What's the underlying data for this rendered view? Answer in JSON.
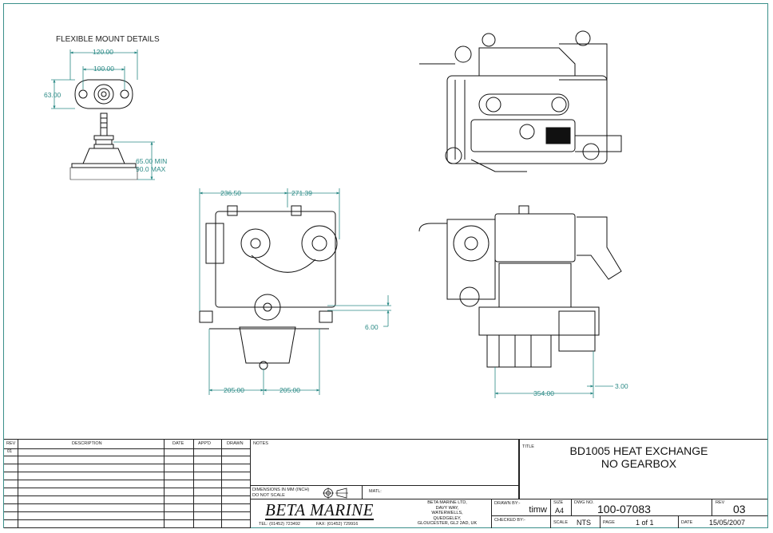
{
  "drawing": {
    "mount_title": "FLEXIBLE MOUNT DETAILS",
    "mount_dims": {
      "outer_width": "120.00",
      "inner_width": "100.00",
      "height": "63.00",
      "min_height": "65.00 MIN",
      "max_height": "90.0 MAX"
    },
    "front_view_dims": {
      "left_width": "236.50",
      "right_width": "271.39",
      "left_base": "205.00",
      "right_base": "205.00",
      "offset": "6.00"
    },
    "side_view_dims": {
      "length": "354.00",
      "offset": "3.00"
    }
  },
  "title_block": {
    "rev_header": {
      "rev": "REV",
      "description": "DESCRIPTION",
      "date": "DATE",
      "appd": "APP'D",
      "drawn": "DRAWN"
    },
    "rev_rows": [
      "01",
      "",
      "",
      "",
      "",
      "",
      "",
      "",
      "",
      ""
    ],
    "notes_label": "NOTES",
    "dimensions_note": "DIMENSIONS IN MM (INCH)",
    "do_not_scale": "DO NOT SCALE",
    "matl_label": "MATL:",
    "company_logo": "BETA MARINE",
    "address_lines": [
      "BETA MARINE LTD,",
      "DAVY WAY,",
      "WATERWELLS,",
      "QUEDGELEY,",
      "GLOUCESTER, GL2 2AD, UK"
    ],
    "tel": "TEL: (01452) 723492",
    "fax": "FAX: (01452) 729916",
    "drawn_by_label": "DRAWN BY:-",
    "drawn_by": "timw",
    "checked_by_label": "CHECKED BY:-",
    "title_label": "TITLE",
    "title_line1": "BD1005 HEAT EXCHANGE",
    "title_line2": "NO GEARBOX",
    "size_label": "SIZE",
    "size": "A4",
    "dwg_no_label": "DWG NO.",
    "dwg_no": "100-07083",
    "rev_label": "REV",
    "rev": "03",
    "scale_label": "SCALE",
    "scale": "NTS",
    "page_label": "PAGE",
    "page": "1 of 1",
    "date_label": "DATE",
    "date": "15/05/2007"
  }
}
